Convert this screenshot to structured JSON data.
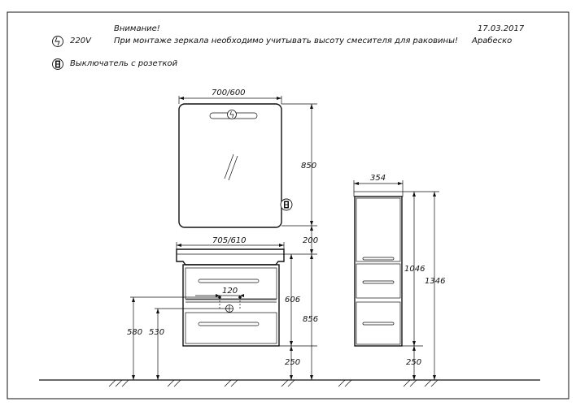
{
  "header": {
    "attention": "Внимание!",
    "voltage": "220V",
    "note": "При монтаже зеркала необходимо учитывать высоту смесителя для раковины!",
    "date": "17.03.2017",
    "model": "Арабеско",
    "switch_label": "Выключатель с розеткой"
  },
  "icons": {
    "power": "lightning-power-icon",
    "socket": "switch-socket-icon"
  },
  "dimensions": {
    "mirror_width": "700/600",
    "mirror_height": "850",
    "cabinet_width": "705/610",
    "gap": "200",
    "cabinet_height": "606",
    "total_height": "856",
    "floor_gap_left": "250",
    "outlet_spacing": "120",
    "outlet_height_1": "580",
    "outlet_height_2": "530",
    "column_width": "354",
    "column_body": "1046",
    "column_total": "1346",
    "floor_gap_right": "250"
  }
}
